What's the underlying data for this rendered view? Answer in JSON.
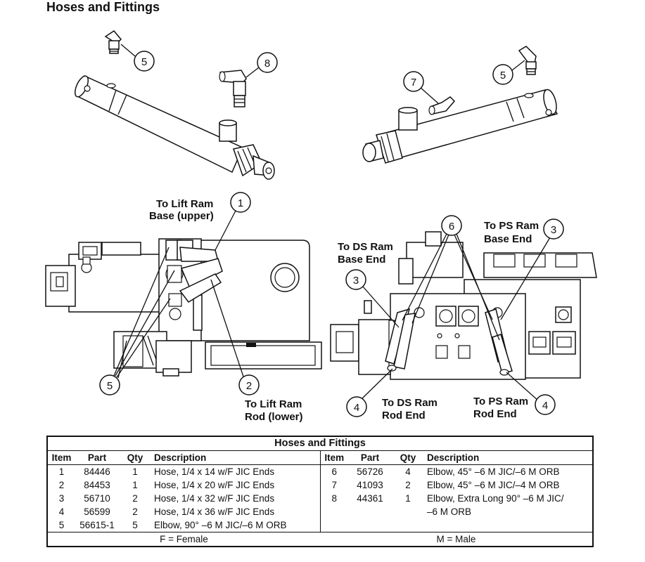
{
  "page": {
    "title": "Hoses and Fittings"
  },
  "callouts": {
    "top_left": [
      "5",
      "8"
    ],
    "top_right": [
      "7",
      "5"
    ],
    "left_view": [
      "1",
      "5",
      "2"
    ],
    "right_view": [
      "6",
      "3",
      "3",
      "4",
      "4"
    ]
  },
  "labels": {
    "lift_base": [
      "To Lift Ram",
      "Base (upper)"
    ],
    "lift_rod": [
      "To Lift Ram",
      "Rod (lower)"
    ],
    "ds_base": [
      "To DS Ram",
      "Base End"
    ],
    "ps_base": [
      "To PS Ram",
      "Base End"
    ],
    "ds_rod": [
      "To DS Ram",
      "Rod End"
    ],
    "ps_rod": [
      "To PS Ram",
      "Rod End"
    ]
  },
  "table": {
    "caption": "Hoses and Fittings",
    "headers": [
      "Item",
      "Part",
      "Qty",
      "Description"
    ],
    "left_rows": [
      {
        "item": "1",
        "part": "84446",
        "qty": "1",
        "desc": "Hose, 1/4 x 14 w/F JIC Ends"
      },
      {
        "item": "2",
        "part": "84453",
        "qty": "1",
        "desc": "Hose, 1/4 x 20 w/F JIC Ends"
      },
      {
        "item": "3",
        "part": "56710",
        "qty": "2",
        "desc": "Hose, 1/4 x 32 w/F JIC Ends"
      },
      {
        "item": "4",
        "part": "56599",
        "qty": "2",
        "desc": "Hose, 1/4 x 36 w/F JIC Ends"
      },
      {
        "item": "5",
        "part": "56615-1",
        "qty": "5",
        "desc": "Elbow, 90° –6 M JIC/–6 M ORB"
      }
    ],
    "right_rows": [
      {
        "item": "6",
        "part": "56726",
        "qty": "4",
        "desc": "Elbow, 45° –6 M JIC/–6 M ORB"
      },
      {
        "item": "7",
        "part": "41093",
        "qty": "2",
        "desc": "Elbow, 45° –6 M JIC/–4 M ORB"
      },
      {
        "item": "8",
        "part": "44361",
        "qty": "1",
        "desc": "Elbow, Extra Long 90° –6 M JIC/",
        "desc2": "–6 M ORB"
      }
    ],
    "footer_left": "F = Female",
    "footer_right": "M = Male"
  }
}
